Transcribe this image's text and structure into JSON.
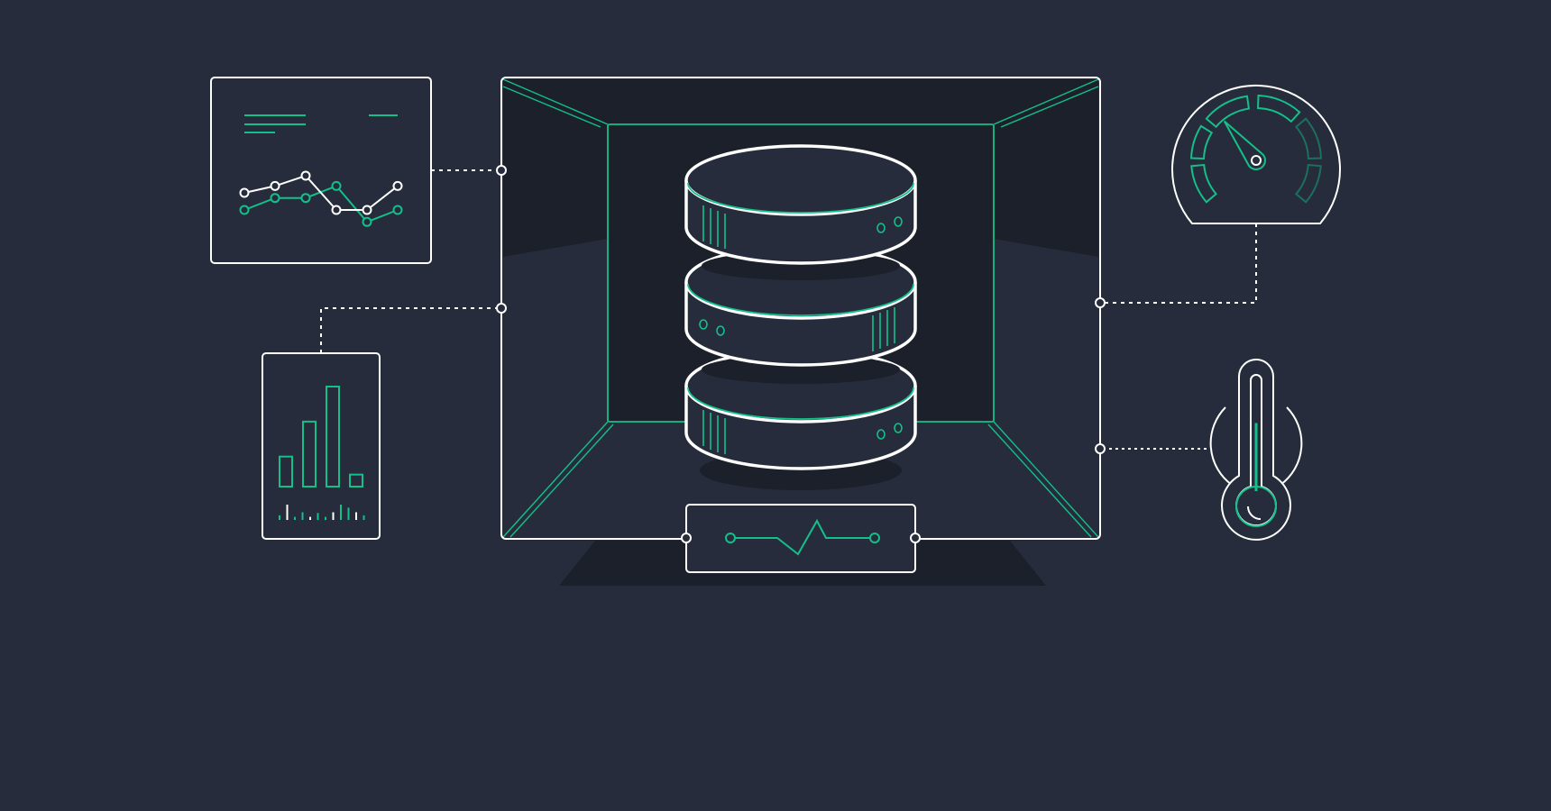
{
  "colors": {
    "background": "#262c3b",
    "dark_fill": "#1c202b",
    "accent": "#13c08a",
    "accent_dim": "#0f8a65",
    "line": "#ffffff"
  },
  "icons": {
    "line_chart_panel": "line-chart-icon",
    "bar_chart_panel": "bar-chart-icon",
    "database": "database-icon",
    "power_strip": "power-strip-icon",
    "gauge": "speedometer-icon",
    "thermometer": "thermometer-icon"
  },
  "gauge_level": 0.35,
  "thermometer_level": 0.55,
  "line_chart": {
    "white_series": [
      0.5,
      0.7,
      1.0,
      0.0,
      0.0,
      0.7
    ],
    "green_series": [
      0.0,
      0.35,
      0.35,
      0.7,
      -0.35,
      0.0
    ]
  },
  "bar_chart": {
    "bars": [
      0.3,
      0.65,
      1.0,
      0.12
    ],
    "ticks": [
      0.3,
      1.0,
      0.2,
      0.5,
      0.2,
      0.45,
      0.2,
      0.5,
      1.0,
      0.8,
      0.5,
      0.3
    ]
  }
}
